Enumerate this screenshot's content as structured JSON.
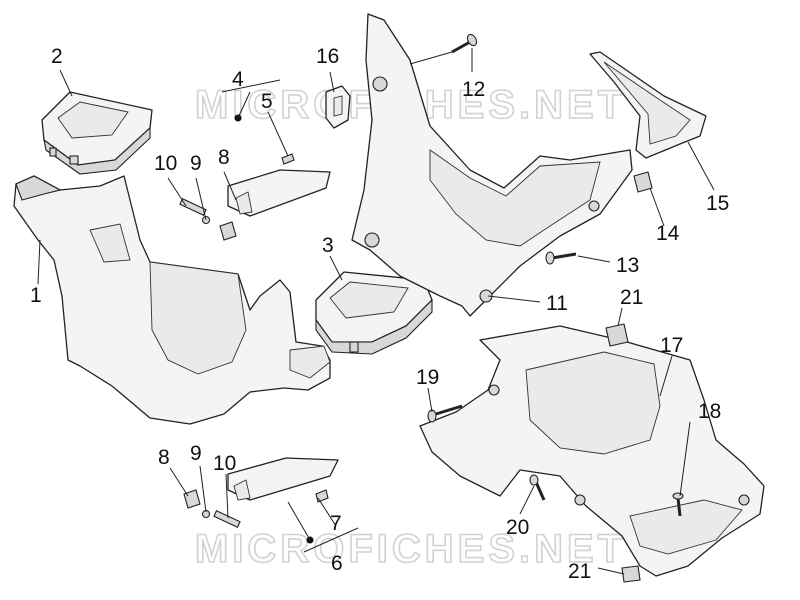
{
  "watermark": {
    "top": "MICROFICHES.NET",
    "bottom": "MICROFICHES.NET"
  },
  "callouts": {
    "c1": "1",
    "c2": "2",
    "c3": "3",
    "c4": "4",
    "c5": "5",
    "c6": "6",
    "c7": "7",
    "c8a": "8",
    "c8b": "8",
    "c9a": "9",
    "c9b": "9",
    "c10a": "10",
    "c10b": "10",
    "c11": "11",
    "c12": "12",
    "c13": "13",
    "c14": "14",
    "c15": "15",
    "c16": "16",
    "c17": "17",
    "c18": "18",
    "c19": "19",
    "c20": "20",
    "c21a": "21",
    "c21b": "21"
  }
}
